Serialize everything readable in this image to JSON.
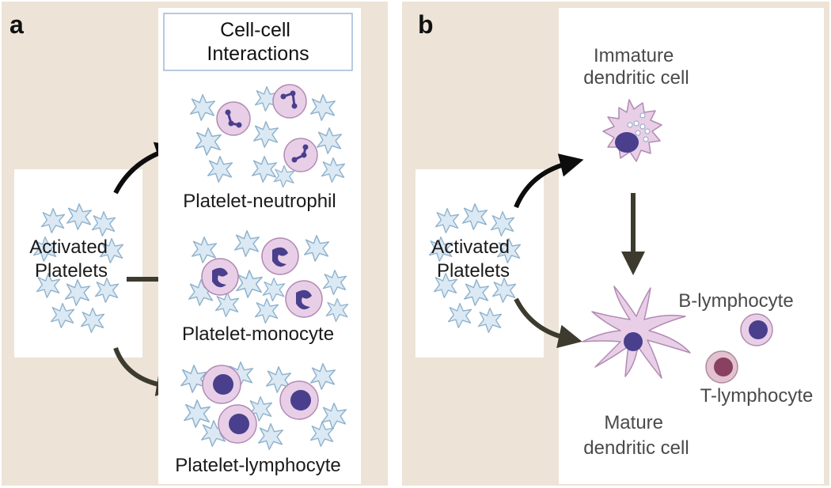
{
  "panel_a": {
    "letter": "a",
    "source_label": [
      "Activated",
      "Platelets"
    ],
    "header_title": [
      "Cell-cell",
      "Interactions"
    ],
    "interactions": [
      {
        "label": "Platelet-neutrophil"
      },
      {
        "label": "Platelet-monocyte"
      },
      {
        "label": "Platelet-lymphocyte"
      }
    ]
  },
  "panel_b": {
    "letter": "b",
    "source_label": [
      "Activated",
      "Platelets"
    ],
    "immature_label": [
      "Immature",
      "dendritic cell"
    ],
    "mature_label": [
      "Mature",
      "dendritic cell"
    ],
    "b_lymphocyte_label": "B-lymphocyte",
    "t_lymphocyte_label": "T-lymphocyte"
  },
  "colors": {
    "panel_background": "#ede3d7",
    "box_fill": "#ffffff",
    "platelet_fill": "#dbe9f4",
    "platelet_stroke": "#8fb2cc",
    "cell_body": "#e8cfe7",
    "nucleus": "#4a3f8c",
    "t_cell_nucleus": "#8a4060",
    "arrow_black": "#0d0d0d",
    "arrow_dark": "#3d3a2e"
  },
  "icons": [
    "platelet-cluster-icon",
    "neutrophil-icon",
    "monocyte-icon",
    "lymphocyte-icon",
    "dendritic-cell-icon",
    "arrow-icon"
  ]
}
